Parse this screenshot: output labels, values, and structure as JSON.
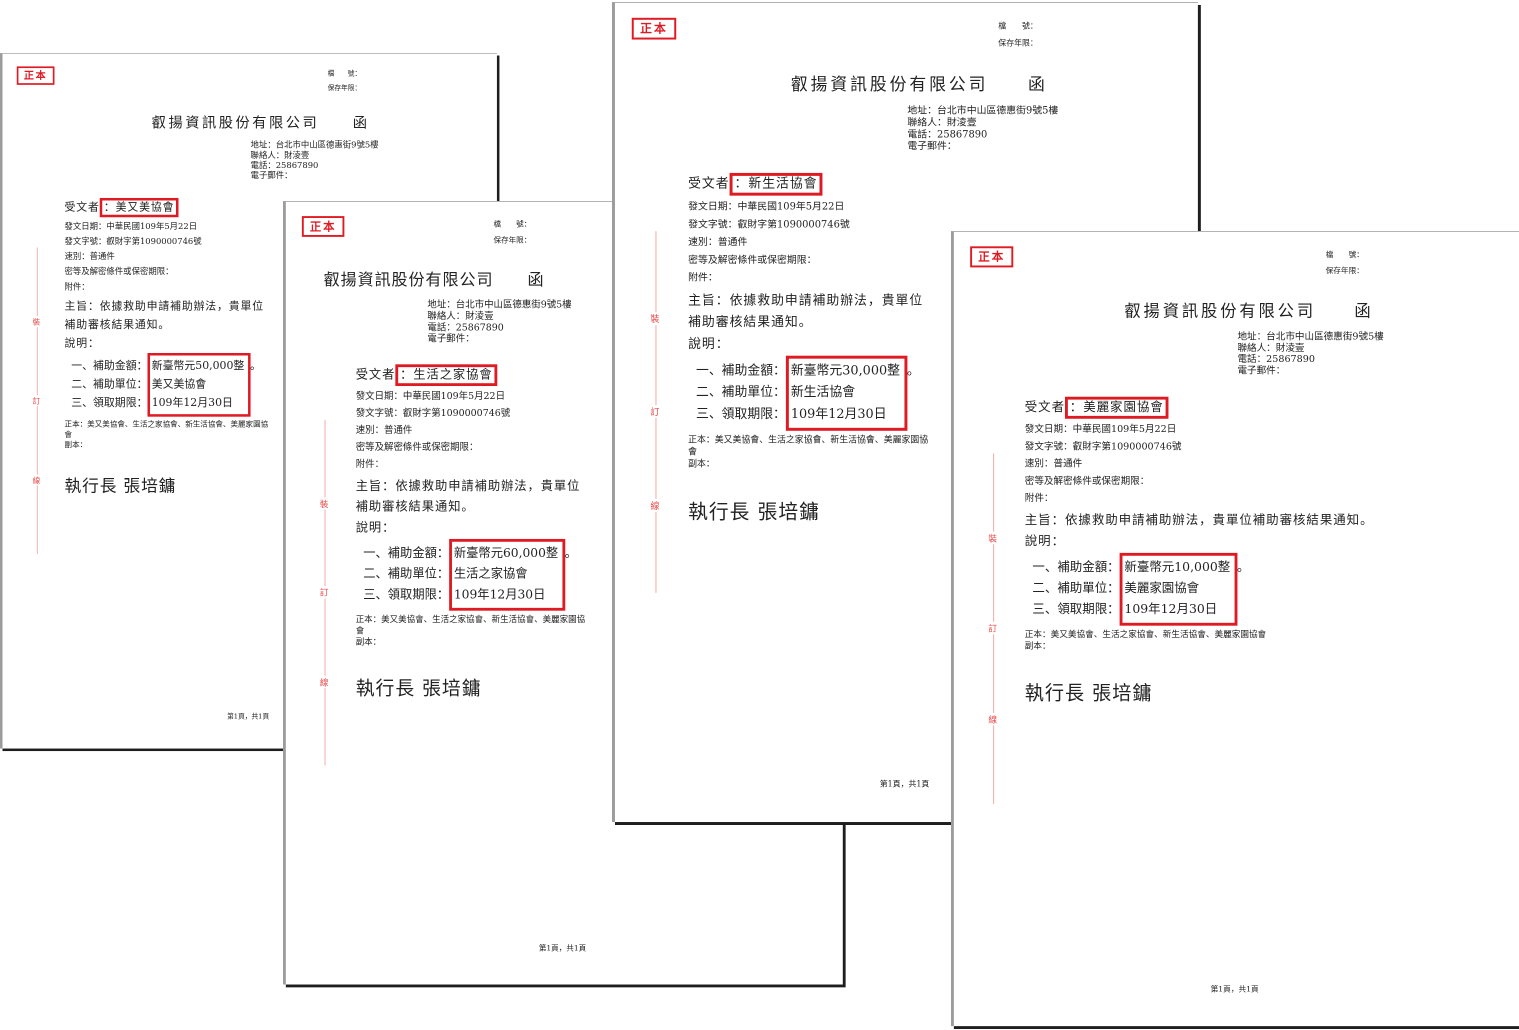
{
  "common": {
    "copy_stamp": "正本",
    "file_no_label": "檔　　號：",
    "retention_label": "保存年限：",
    "company": "叡揚資訊股份有限公司",
    "doc_type": "函",
    "address": "地址：台北市中山區德惠街9號5樓",
    "contact": "聯絡人：財淩壹",
    "phone": "電話：25867890",
    "email": "電子郵件：",
    "recipient_label": "受文者",
    "date": "發文日期：中華民國109年5月22日",
    "doc_number": "發文字號：叡財字第1090000746號",
    "speed": "速別：普通件",
    "security": "密等及解密條件或保密期限：",
    "attachment": "附件：",
    "subject": "主旨：依據救助申請補助辦法，貴單位補助審核結果通知。",
    "explain_label": "說明：",
    "item1_label": "一、補助金額：",
    "item2_label": "二、補助單位：",
    "item3_label": "三、領取期限：",
    "period": "。",
    "original_to": "正本：美又美協會、生活之家協會、新生活協會、美麗家園協會",
    "copy_to": "副本：",
    "signature": "執行長 張培鏞",
    "footer": "第1頁，共1頁",
    "margin_marks": [
      "裝",
      "訂",
      "線"
    ]
  },
  "documents": [
    {
      "recipient": "：美又美協會",
      "amount": "新臺幣元50,000整",
      "unit": "美又美協會",
      "deadline": "109年12月30日"
    },
    {
      "recipient": "：生活之家協會",
      "amount": "新臺幣元60,000整",
      "unit": "生活之家協會",
      "deadline": "109年12月30日"
    },
    {
      "recipient": "：新生活協會",
      "amount": "新臺幣元30,000整",
      "unit": "新生活協會",
      "deadline": "109年12月30日"
    },
    {
      "recipient": "：美麗家園協會",
      "amount": "新臺幣元10,000整",
      "unit": "美麗家園協會",
      "deadline": "109年12月30日"
    }
  ],
  "colors": {
    "highlight": "#e01a22",
    "margin_line": "#f4a6a6"
  }
}
